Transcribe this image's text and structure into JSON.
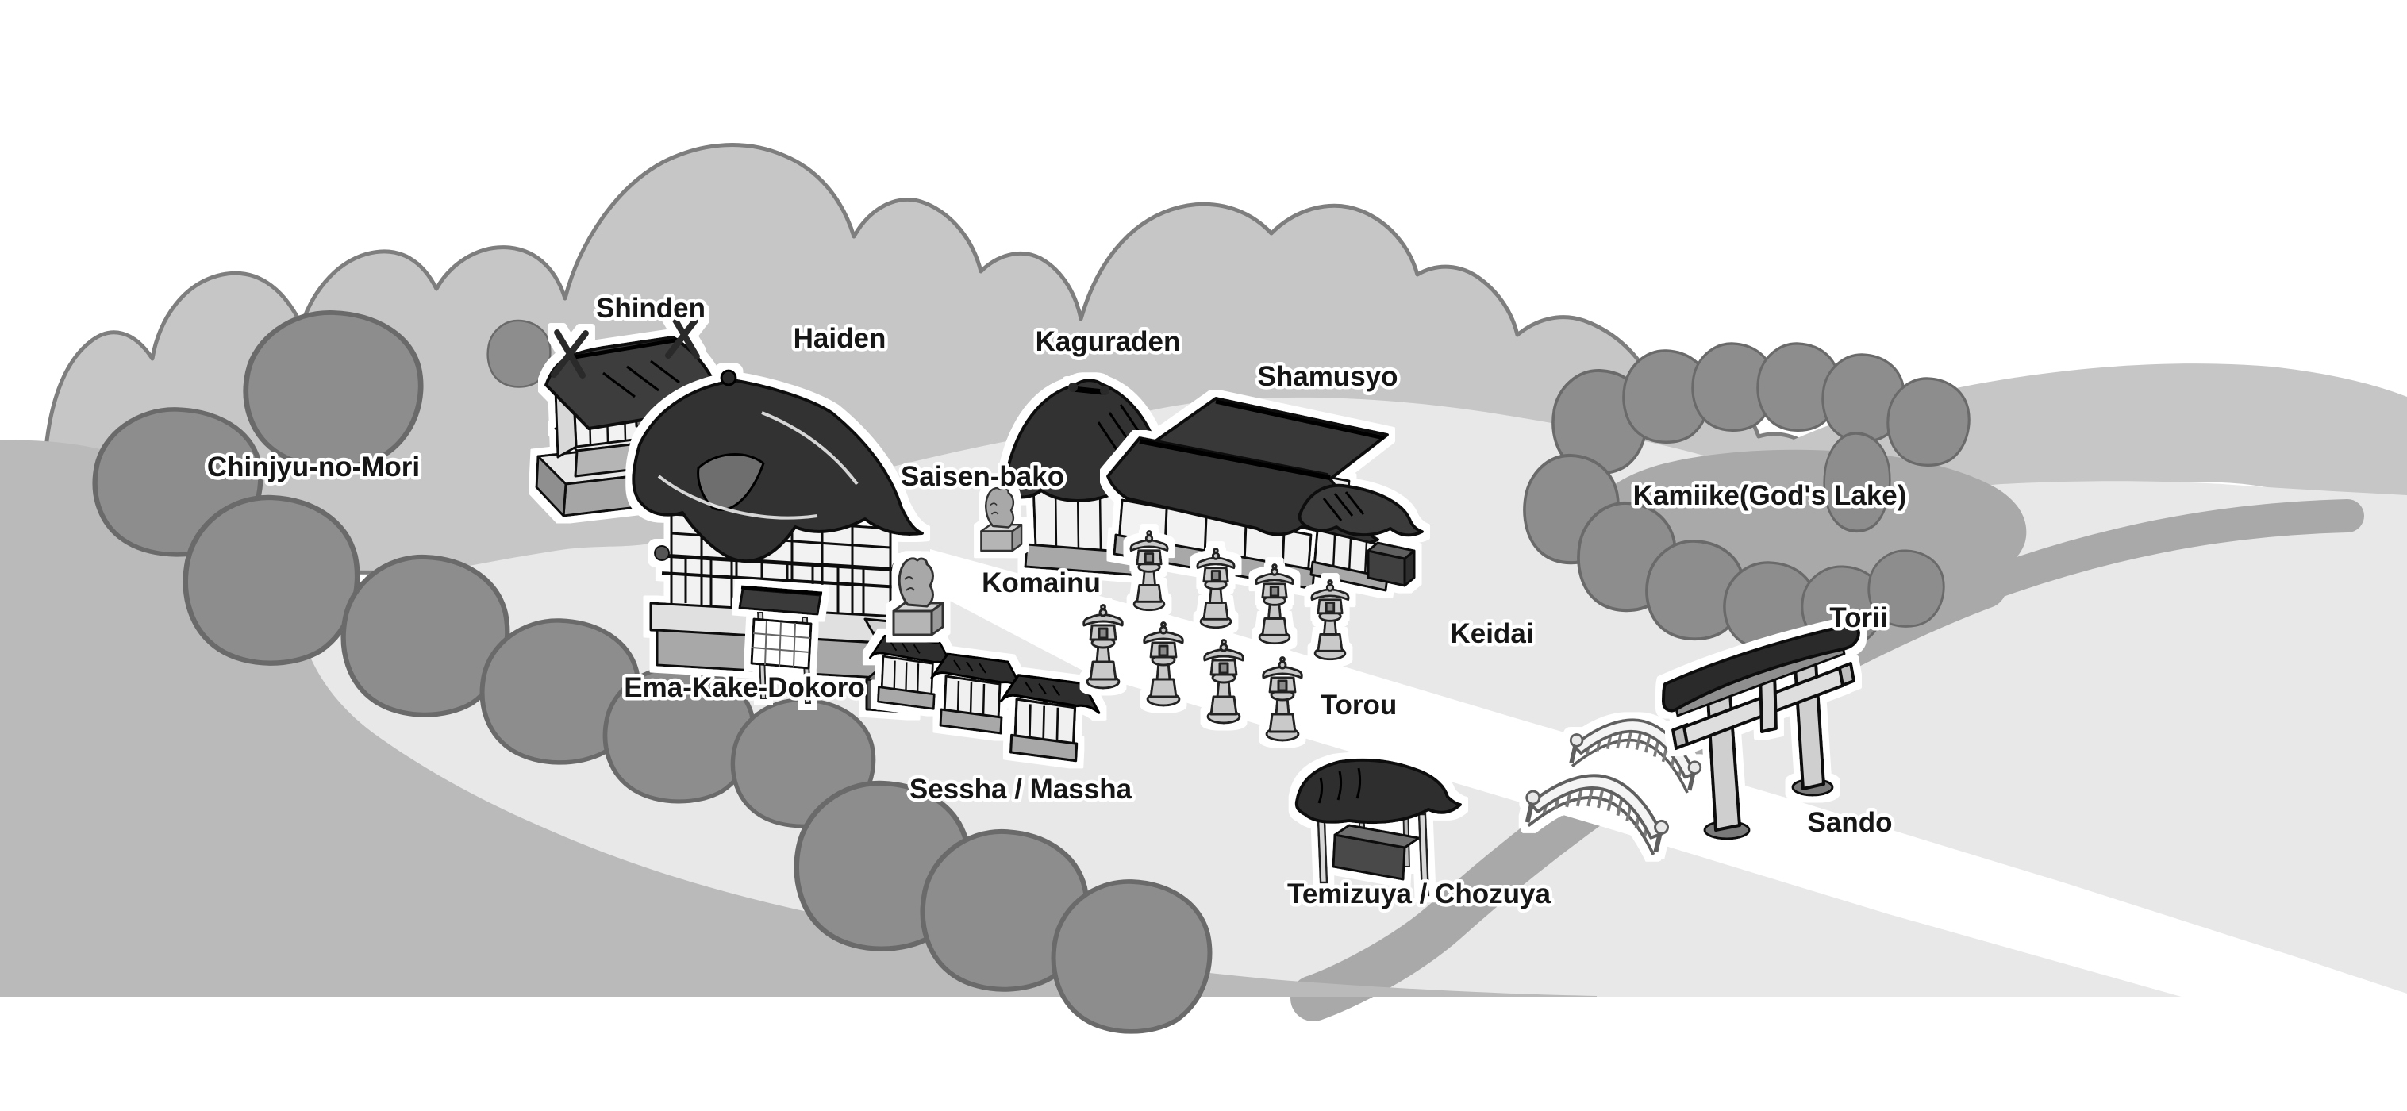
{
  "map": {
    "type": "illustrated-shrine-map",
    "labels": {
      "shinden": "Shinden",
      "haiden": "Haiden",
      "kaguraden": "Kaguraden",
      "shamusyo": "Shamusyo",
      "chinjyu_no_mori": "Chinjyu-no-Mori",
      "saisen_bako": "Saisen-bako",
      "kamiike": "Kamiike(God's Lake)",
      "komainu": "Komainu",
      "keidai": "Keidai",
      "torii": "Torii",
      "ema_kake_dokoro": "Ema-Kake-Dokoro",
      "torou": "Torou",
      "sessha_massha": "Sessha / Massha",
      "temizuya": "Temizuya / Chozuya",
      "sando": "Sando"
    },
    "colors": {
      "background": "#ffffff",
      "forest": "#c6c6c6",
      "forest_outline": "#7e7e7e",
      "midground": "#bababa",
      "plateau": "#e8e8e8",
      "water": "#a9a9a9",
      "tree": "#8d8d8d",
      "tree_outline": "#6a6a6a",
      "roof_dark": "#333333",
      "wall_light": "#f2f2f2",
      "stone": "#c9c9c9",
      "path": "#ffffff",
      "label_text": "#161616",
      "label_halo": "#ffffff"
    }
  }
}
